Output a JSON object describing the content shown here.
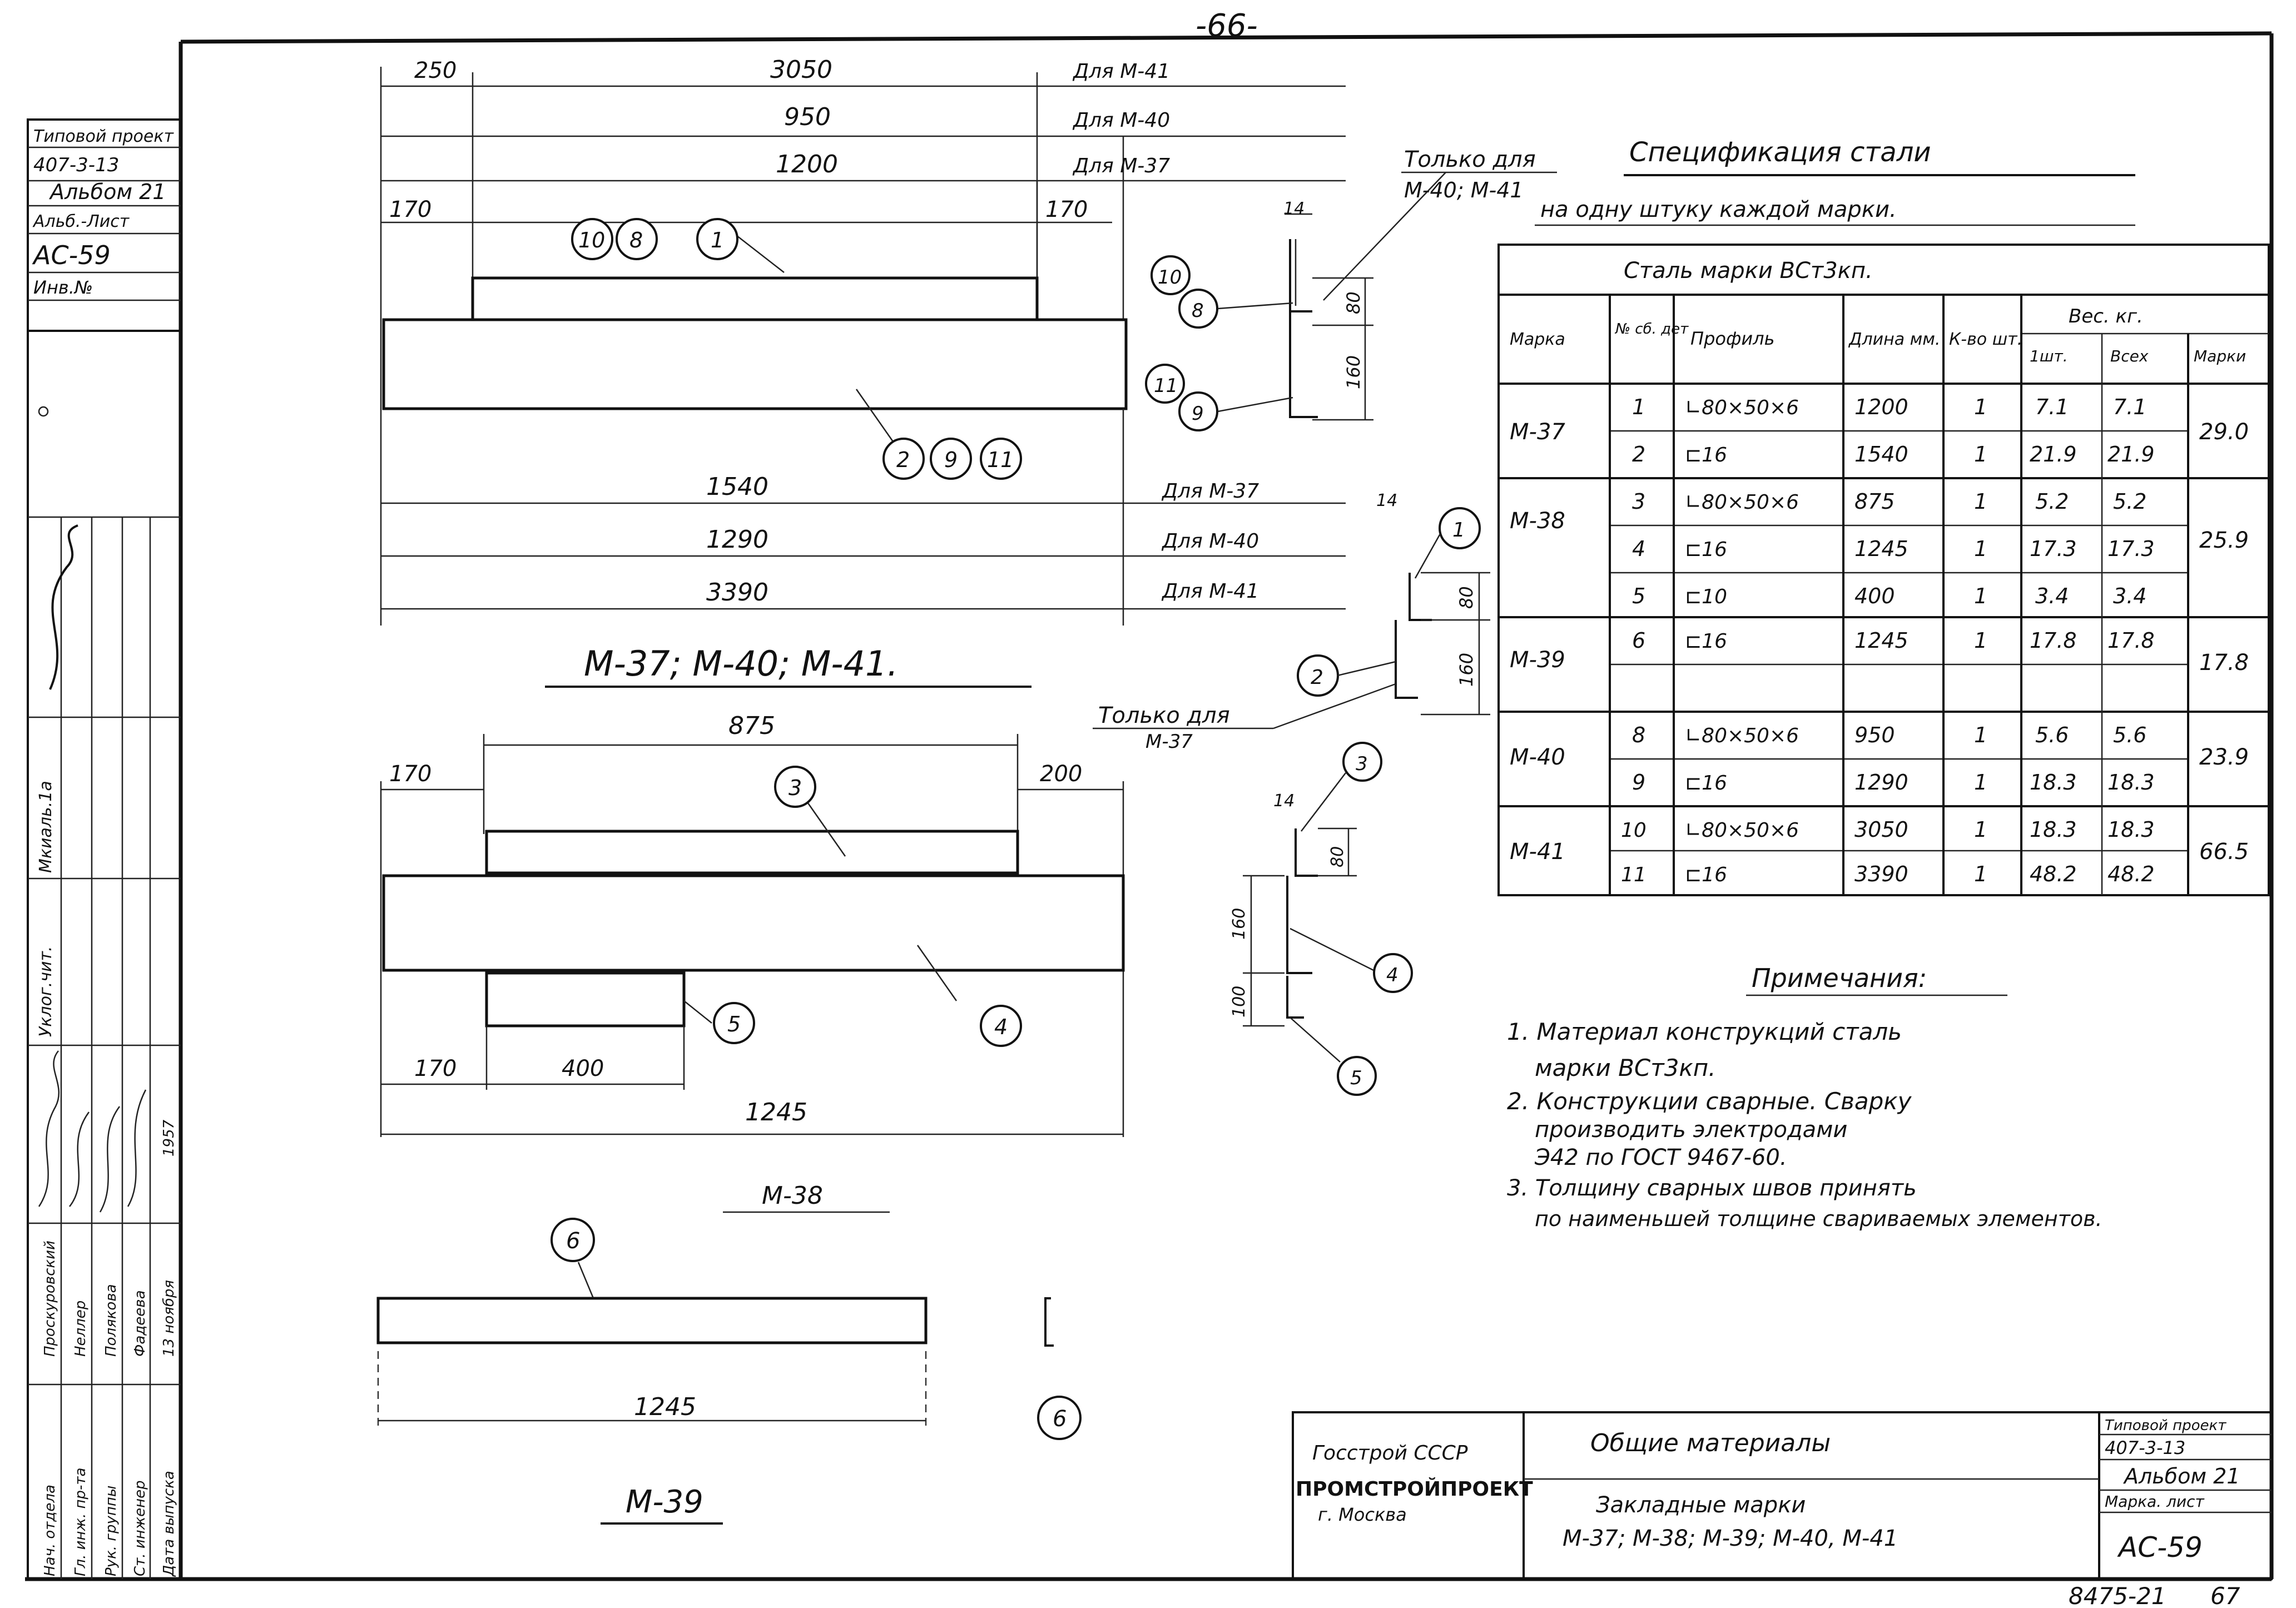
{
  "page_number": "-66-",
  "left_stamp": {
    "type_project_label": "Типовой проект",
    "project_code": "407-3-13",
    "album": "Альбом 21",
    "album_sheet_label": "Альб.-Лист",
    "sheet_code": "АС-59",
    "inv_label": "Инв.№",
    "sig_row_labels": [
      "Нач. отдела",
      "Гл. инж. пр-та",
      "Рук. группы",
      "Ст. инженер",
      "Дата выпуска"
    ],
    "sig_names": [
      "Проскуровский",
      "Неллер",
      "Полякова",
      "Фадеева",
      "13 ноября"
    ],
    "sig_year": "1957",
    "vert_label_1": "Мкиаль.1а",
    "vert_label_2": "Уклог.чит."
  },
  "drawing_a": {
    "dims_top": [
      "250",
      "3050",
      "950",
      "1200",
      "170",
      "170"
    ],
    "dims_top_notes": [
      "Для М-41",
      "Для М-40",
      "Для М-37"
    ],
    "dims_bottom": [
      "1540",
      "1290",
      "3390"
    ],
    "dims_bottom_notes": [
      "Для М-37",
      "Для М-40",
      "Для М-41"
    ],
    "markers_top": [
      "10",
      "8",
      "1"
    ],
    "markers_bottom": [
      "2",
      "9",
      "11"
    ],
    "title": "М-37; М-40; М-41."
  },
  "section_a": {
    "note": "Только для",
    "note_marks": "М-40; М-41",
    "dims": [
      "14",
      "80",
      "160"
    ],
    "markers": [
      "10",
      "8",
      "11",
      "9"
    ]
  },
  "section_b": {
    "dims": [
      "14",
      "80",
      "160"
    ],
    "markers": [
      "1",
      "2"
    ],
    "note": "Только для",
    "note_marks": "М-37"
  },
  "drawing_b": {
    "dims": [
      "875",
      "170",
      "200",
      "170",
      "400",
      "1245"
    ],
    "markers": [
      "3",
      "4",
      "5"
    ],
    "title": "М-38"
  },
  "section_c": {
    "dims": [
      "14",
      "80",
      "160",
      "100"
    ],
    "markers": [
      "3",
      "4",
      "5"
    ]
  },
  "drawing_c": {
    "dims": [
      "1245"
    ],
    "markers": [
      "6",
      "6"
    ],
    "title": "М-39"
  },
  "spec": {
    "title": "Спецификация стали",
    "subtitle": "на одну штуку каждой марки.",
    "steel_grade": "Сталь марки ВСт3кп.",
    "headers": {
      "mark": "Марка",
      "part": "№ сб. дет",
      "profile": "Профиль",
      "length": "Длина мм.",
      "qty": "К-во шт.",
      "weight": "Вес. кг.",
      "per_piece": "1шт.",
      "total": "Всех",
      "per_mark": "Марки"
    },
    "groups": [
      {
        "mark": "М-37",
        "total": "29.0",
        "rows": [
          {
            "part": "1",
            "profile": "∟80×50×6",
            "length": "1200",
            "qty": "1",
            "w1": "7.1",
            "wall": "7.1"
          },
          {
            "part": "2",
            "profile": "⊏16",
            "length": "1540",
            "qty": "1",
            "w1": "21.9",
            "wall": "21.9"
          }
        ]
      },
      {
        "mark": "М-38",
        "total": "25.9",
        "rows": [
          {
            "part": "3",
            "profile": "∟80×50×6",
            "length": "875",
            "qty": "1",
            "w1": "5.2",
            "wall": "5.2"
          },
          {
            "part": "4",
            "profile": "⊏16",
            "length": "1245",
            "qty": "1",
            "w1": "17.3",
            "wall": "17.3"
          },
          {
            "part": "5",
            "profile": "⊏10",
            "length": "400",
            "qty": "1",
            "w1": "3.4",
            "wall": "3.4"
          }
        ]
      },
      {
        "mark": "М-39",
        "total": "17.8",
        "rows": [
          {
            "part": "6",
            "profile": "⊏16",
            "length": "1245",
            "qty": "1",
            "w1": "17.8",
            "wall": "17.8"
          },
          {
            "part": "",
            "profile": "",
            "length": "",
            "qty": "",
            "w1": "",
            "wall": ""
          }
        ]
      },
      {
        "mark": "М-40",
        "total": "23.9",
        "rows": [
          {
            "part": "8",
            "profile": "∟80×50×6",
            "length": "950",
            "qty": "1",
            "w1": "5.6",
            "wall": "5.6"
          },
          {
            "part": "9",
            "profile": "⊏16",
            "length": "1290",
            "qty": "1",
            "w1": "18.3",
            "wall": "18.3"
          }
        ]
      },
      {
        "mark": "М-41",
        "total": "66.5",
        "rows": [
          {
            "part": "10",
            "profile": "∟80×50×6",
            "length": "3050",
            "qty": "1",
            "w1": "18.3",
            "wall": "18.3"
          },
          {
            "part": "11",
            "profile": "⊏16",
            "length": "3390",
            "qty": "1",
            "w1": "48.2",
            "wall": "48.2"
          }
        ]
      }
    ]
  },
  "notes": {
    "title": "Примечания:",
    "lines": [
      "1. Материал конструкций сталь",
      "марки ВСт3кп.",
      "2. Конструкции сварные. Сварку",
      "производить электродами",
      "Э42 по ГОСТ 9467-60.",
      "3. Толщину сварных швов принять",
      "по наименьшей толщине свариваемых элементов."
    ]
  },
  "title_block": {
    "org1": "Госстрой СССР",
    "org2": "ПРОМСТРОЙПРОЕКТ",
    "org3": "г. Москва",
    "title": "Общие материалы",
    "subtitle1": "Закладные марки",
    "subtitle2": "М-37; М-38; М-39; М-40, М-41",
    "type_project_label": "Типовой проект",
    "project_code": "407-3-13",
    "album": "Альбом 21",
    "mark_sheet_label": "Марка. лист",
    "sheet_code": "АС-59"
  },
  "archive_number": "8475-21",
  "archive_page": "67"
}
